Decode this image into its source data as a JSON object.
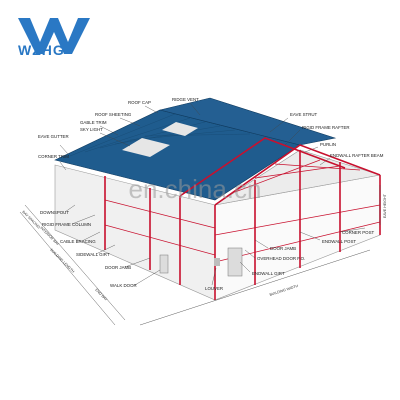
{
  "brand": {
    "logo_text": "WZHG",
    "accent": "#2a78c4"
  },
  "watermark": "en.china.cn",
  "colors": {
    "roof": "#1f5c8e",
    "frame": "#c8102e",
    "wall": "#f1f1f1",
    "leader": "#444444"
  },
  "labels": {
    "roof_cap": "ROOF CAP",
    "ridge_vent": "RIDGE VENT",
    "roof_sheeting": "ROOF SHEETING",
    "gable_trim": "GABLE TRIM",
    "sky_light": "SKY LIGHT",
    "eave_gutter": "EAVE GUTTER",
    "corner_trim": "CORNER TRIM",
    "eave_strut": "EAVE STRUT",
    "rigid_frame_rafter": "RIGID FRAME RAFTER",
    "purlin": "PURLIN",
    "endwall_rafter_beam": "ENDWALL RAFTER BEAM",
    "downspout": "DOWNSPOUT",
    "rigid_frame_column": "RIGID FRAME COLUMN",
    "cable_bracing": "CABLE BRACING",
    "sidewall_girt": "SIDEWALL GIRT",
    "door_jamb": "DOOR JAMB",
    "walk_door": "WALK DOOR",
    "louver": "LOUVER",
    "endwall_girt": "ENDWALL GIRT",
    "overhead_door": "OVERHEAD DOOR F.O.",
    "door_jamb_2": "DOOR JAMB",
    "endwall_post": "ENDWALL POST",
    "corner_post": "CORNER POST"
  },
  "dimensions": {
    "bay_spacing": "BAY SPACING",
    "interior_bay": "INTERIOR BAY",
    "building_length": "BUILDING LENGTH",
    "end_bay": "END BAY",
    "building_width": "BUILDING WIDTH",
    "eave_height": "EAVE HEIGHT"
  }
}
